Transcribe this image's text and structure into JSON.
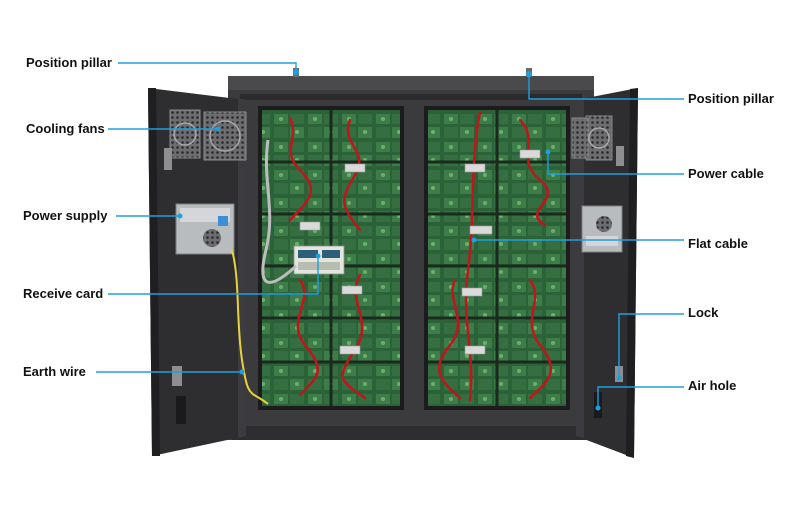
{
  "labels": {
    "position_pillar_left": "Position pillar",
    "cooling_fans": "Cooling fans",
    "power_supply": "Power supply",
    "receive_card": "Receive card",
    "earth_wire": "Earth wire",
    "position_pillar_right": "Position pillar",
    "power_cable": "Power cable",
    "flat_cable": "Flat cable",
    "lock": "Lock",
    "air_hole": "Air hole"
  },
  "colors": {
    "leader_line": "#1e9fe0",
    "cabinet": "#3a3a3c",
    "cabinet_dark": "#232325",
    "module_green": "#2f6a3c",
    "cable_red": "#c0151b",
    "earth_wire": "#e8d23a",
    "ribbon": "#d9d9d9"
  }
}
